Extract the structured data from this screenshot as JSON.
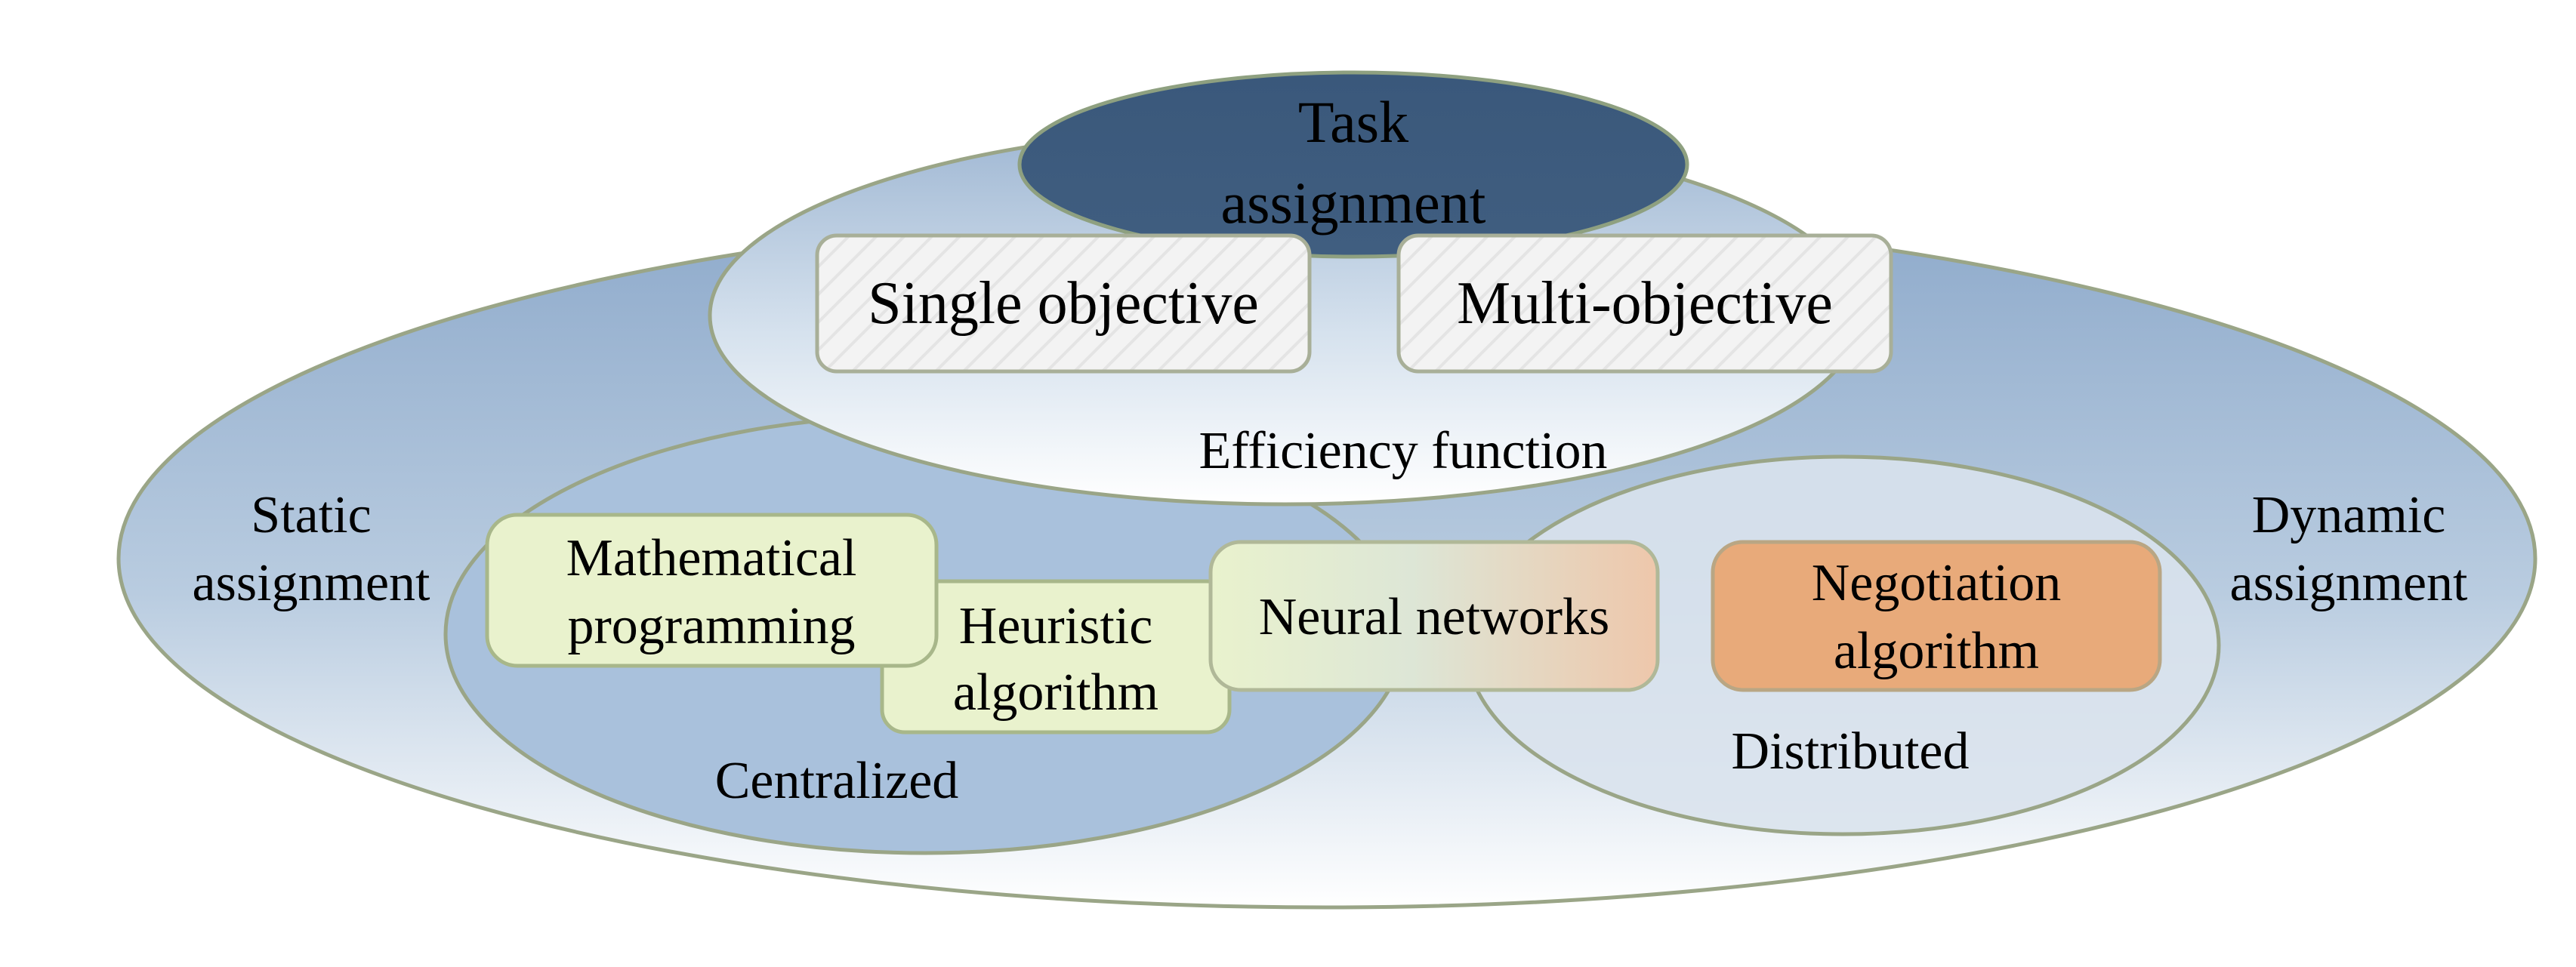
{
  "title": "Task assignment",
  "title_lines": [
    "Task",
    "assignment"
  ],
  "outer_left": {
    "lines": [
      "Static",
      "assignment"
    ]
  },
  "outer_right": {
    "lines": [
      "Dynamic",
      "assignment"
    ]
  },
  "efficiency": {
    "label": "Efficiency function",
    "items": [
      "Single objective",
      "Multi-objective"
    ]
  },
  "centralized": {
    "label": "Centralized",
    "math": [
      "Mathematical",
      "programming"
    ],
    "heuristic": [
      "Heuristic",
      "algorithm"
    ]
  },
  "shared": {
    "label": "Neural networks"
  },
  "distributed": {
    "label": "Distributed",
    "negotiation": [
      "Negotiation",
      "algorithm"
    ]
  },
  "colors": {
    "title_fill": "#3c5a7d",
    "outline": "#9aa587",
    "outer_top": "#90abcc",
    "outer_bottom": "#ffffff",
    "centralized_fill": "#a9c1dc",
    "distributed_fill": "#d7e1ec",
    "green_box": "#e9f2cd",
    "orange_box": "#e8aa7a",
    "grey_box": "#f2f2f2"
  }
}
